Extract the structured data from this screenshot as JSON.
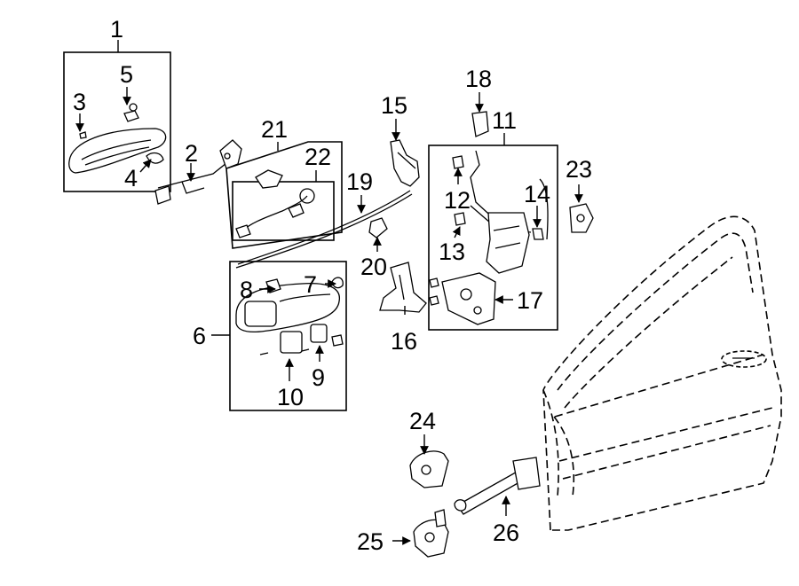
{
  "callouts": [
    {
      "id": "c1",
      "text": "1"
    },
    {
      "id": "c2",
      "text": "2"
    },
    {
      "id": "c3",
      "text": "3"
    },
    {
      "id": "c4",
      "text": "4"
    },
    {
      "id": "c5",
      "text": "5"
    },
    {
      "id": "c6",
      "text": "6"
    },
    {
      "id": "c7",
      "text": "7"
    },
    {
      "id": "c8",
      "text": "8"
    },
    {
      "id": "c9",
      "text": "9"
    },
    {
      "id": "c10",
      "text": "10"
    },
    {
      "id": "c11",
      "text": "11"
    },
    {
      "id": "c12",
      "text": "12"
    },
    {
      "id": "c13",
      "text": "13"
    },
    {
      "id": "c14",
      "text": "14"
    },
    {
      "id": "c15",
      "text": "15"
    },
    {
      "id": "c16",
      "text": "16"
    },
    {
      "id": "c17",
      "text": "17"
    },
    {
      "id": "c18",
      "text": "18"
    },
    {
      "id": "c19",
      "text": "19"
    },
    {
      "id": "c20",
      "text": "20"
    },
    {
      "id": "c21",
      "text": "21"
    },
    {
      "id": "c22",
      "text": "22"
    },
    {
      "id": "c23",
      "text": "23"
    },
    {
      "id": "c24",
      "text": "24"
    },
    {
      "id": "c25",
      "text": "25"
    },
    {
      "id": "c26",
      "text": "26"
    }
  ]
}
